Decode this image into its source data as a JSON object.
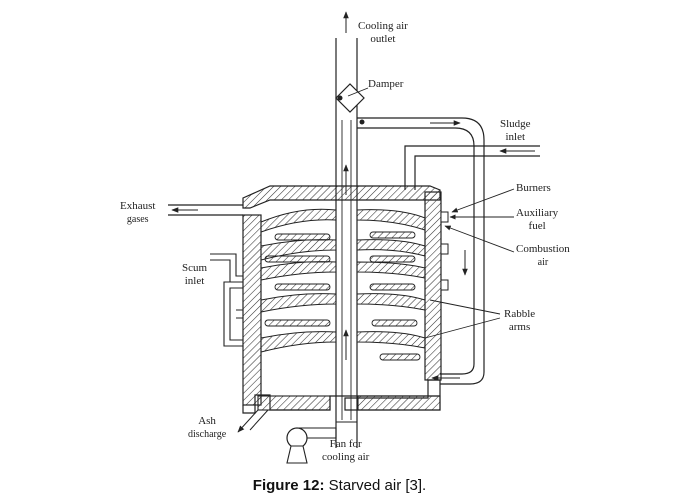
{
  "labels": {
    "cooling_air_outlet_1": "Cooling air",
    "cooling_air_outlet_2": "outlet",
    "damper": "Damper",
    "sludge_inlet_1": "Sludge",
    "sludge_inlet_2": "inlet",
    "burners": "Burners",
    "auxiliary_fuel_1": "Auxiliary",
    "auxiliary_fuel_2": "fuel",
    "combustion_air_1": "Combustion",
    "combustion_air_2": "air",
    "exhaust_gases_1": "Exhaust",
    "exhaust_gases_2": "gases",
    "scum_inlet_1": "Scum",
    "scum_inlet_2": "inlet",
    "rabble_arms_1": "Rabble",
    "rabble_arms_2": "arms",
    "ash_discharge_1": "Ash",
    "ash_discharge_2": "discharge",
    "fan_1": "Fan for",
    "fan_2": "cooling air"
  },
  "caption": {
    "prefix": "Figure 12:",
    "text": "Starved air [3]."
  }
}
